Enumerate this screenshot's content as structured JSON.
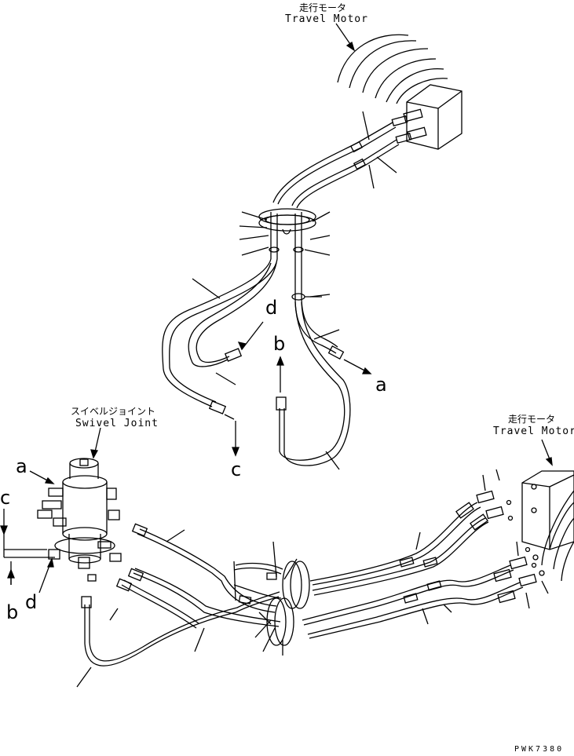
{
  "labels": {
    "travel_motor_top_jp": "走行モータ",
    "travel_motor_top_en": "Travel Motor",
    "travel_motor_right_jp": "走行モータ",
    "travel_motor_right_en": "Travel Motor",
    "swivel_joint_jp": "スイベルジョイント",
    "swivel_joint_en": "Swivel Joint"
  },
  "callout_letters": {
    "upper_a": "a",
    "upper_b": "b",
    "upper_c": "c",
    "upper_d": "d",
    "lower_a": "a",
    "lower_b": "b",
    "lower_c": "c",
    "lower_d": "d"
  },
  "drawing_code": "PWK7380"
}
